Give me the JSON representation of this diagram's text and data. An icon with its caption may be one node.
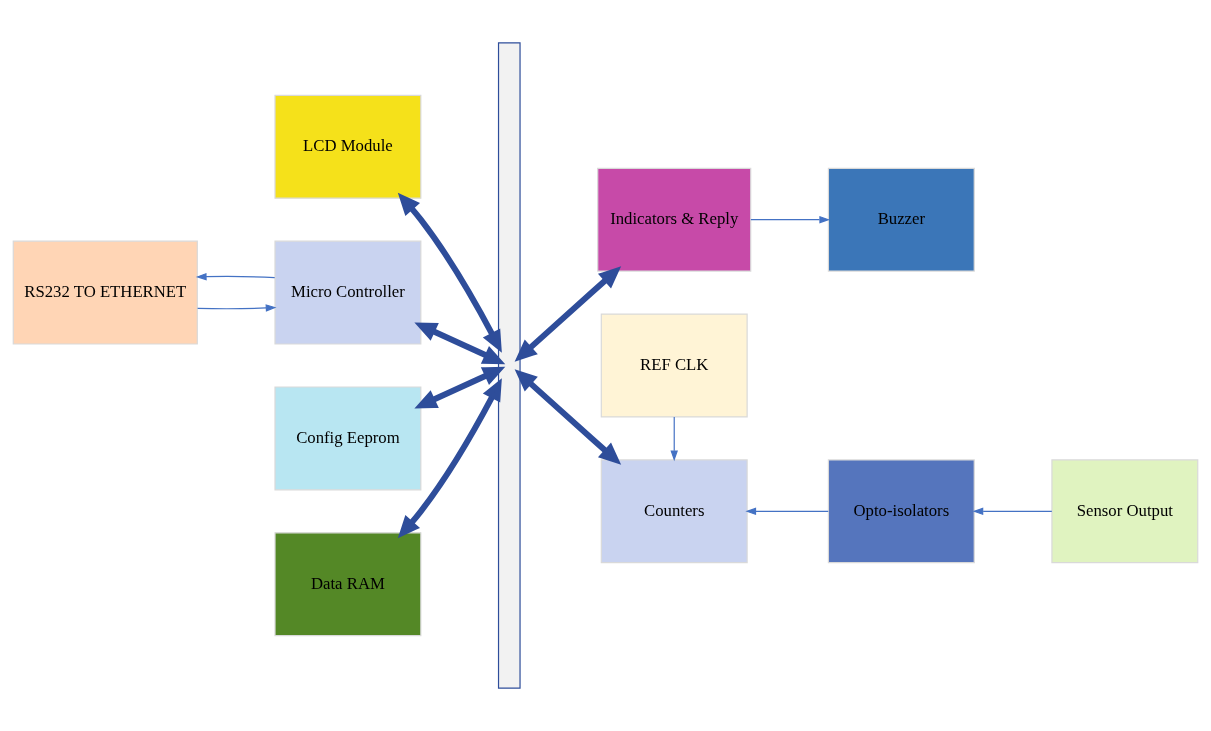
{
  "diagram": {
    "nodes": [
      {
        "text": [
          "LCD Module"
        ]
      },
      {
        "text": [
          "RS232 TO ETHERNET"
        ]
      },
      {
        "text": [
          "Micro Controller"
        ]
      },
      {
        "text": [
          "Config Eeprom"
        ]
      },
      {
        "text": [
          "Data RAM"
        ]
      },
      {
        "text": [],
        "shape": "bar"
      },
      {
        "text": [
          "Counters"
        ]
      },
      {
        "text": [
          "Opto-isolators"
        ]
      },
      {
        "text": [
          "Sensor Output"
        ]
      },
      {
        "text": [
          "REF CLK"
        ]
      },
      {
        "text": [
          "Indicators & Reply"
        ]
      },
      {
        "text": [
          "Buzzer"
        ]
      }
    ],
    "edges": [
      {
        "from": 0,
        "to": 5,
        "arrow": "both",
        "style": "thick"
      },
      {
        "from": 1,
        "to": 2,
        "arrow": "to"
      },
      {
        "from": 2,
        "to": 1,
        "arrow": "to"
      },
      {
        "from": 2,
        "to": 5,
        "arrow": "both",
        "style": "thick"
      },
      {
        "from": 3,
        "to": 5,
        "arrow": "both",
        "style": "thick"
      },
      {
        "from": 4,
        "to": 5,
        "arrow": "both",
        "style": "thick"
      },
      {
        "from": 5,
        "to": 6,
        "arrow": "both",
        "style": "thick"
      },
      {
        "from": 7,
        "to": 6,
        "arrow": "to"
      },
      {
        "from": 8,
        "to": 7,
        "arrow": "to"
      },
      {
        "from": 9,
        "to": 6,
        "arrow": "to"
      },
      {
        "from": 5,
        "to": 10,
        "arrow": "both",
        "style": "thick"
      },
      {
        "from": 10,
        "to": 11,
        "arrow": "to"
      }
    ]
  }
}
